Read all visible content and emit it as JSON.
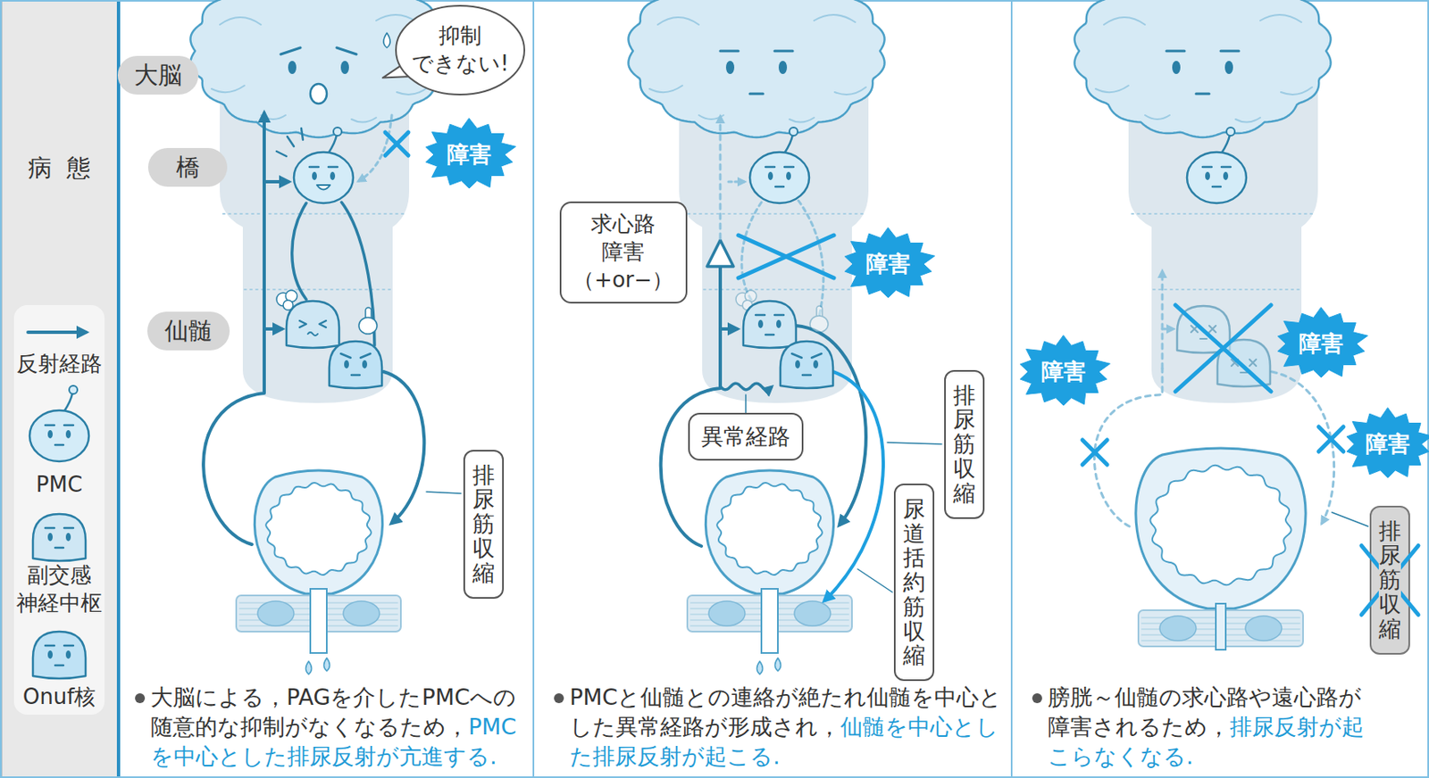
{
  "diagram": {
    "nodes": [
      {
        "text": [
          "大脳"
        ]
      },
      {
        "text": [
          "橋"
        ]
      },
      {
        "text": [
          "仙髄"
        ]
      },
      {
        "text": [
          "抑制 できない!"
        ]
      },
      {
        "text": [
          "障害"
        ]
      },
      {
        "text": [
          "排尿筋収縮"
        ]
      },
      {
        "text": [
          "求心路 障害 （+or−）"
        ]
      },
      {
        "text": [
          "障害"
        ]
      },
      {
        "text": [
          "異常経路"
        ]
      },
      {
        "text": [
          "排尿筋収縮"
        ]
      },
      {
        "text": [
          "尿道括約筋収縮"
        ]
      },
      {
        "text": [
          "障害"
        ]
      },
      {
        "text": [
          "障害"
        ]
      },
      {
        "text": [
          "障害"
        ]
      },
      {
        "text": [
          "排尿筋収縮"
        ]
      }
    ],
    "labels": [
      "病態",
      "大脳による，PAGを介したPMCへの随意的な抑制がなくなるため，",
      "PMCを中心とした排尿反射が亢進する.",
      "PMCと仙髄との連絡が絶たれ仙髄を中心とした異常経路が形成され，",
      "仙髄を中心とした排尿反射が起こる.",
      "膀胱～仙髄の求心路や遠心路が障害されるため，",
      "排尿反射が起こらなくなる."
    ],
    "legend": [
      {
        "text": "反射経路"
      },
      {
        "text": "PMC"
      },
      {
        "text": "副交感 神経中枢"
      },
      {
        "text": "Onuf核"
      }
    ]
  }
}
